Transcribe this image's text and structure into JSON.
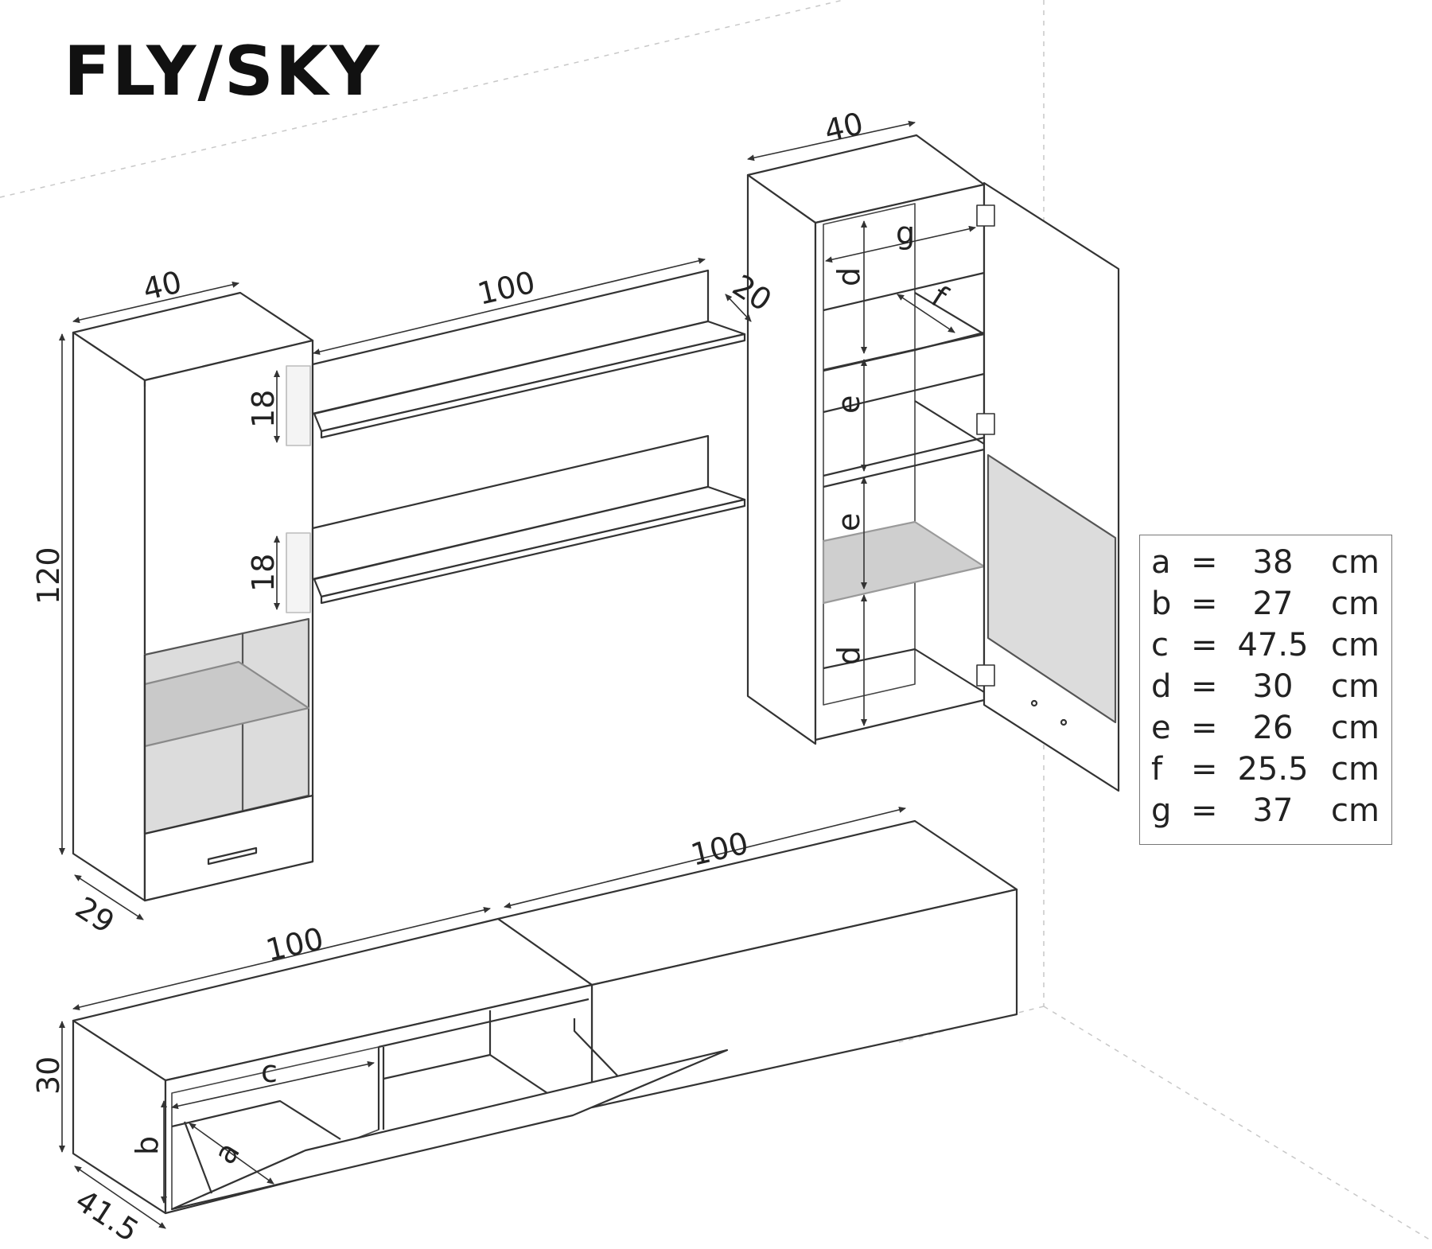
{
  "title": "FLY/SKY",
  "dimensions": {
    "tall_cabinet_width": "40",
    "tall_cabinet_height": "120",
    "tall_cabinet_depth": "29",
    "shelf_width": "100",
    "shelf_depth": "20",
    "shelf_gap_upper": "18",
    "shelf_gap_lower": "18",
    "wall_cabinet_width": "40",
    "base_left_width": "100",
    "base_right_width": "100",
    "base_height": "30",
    "base_depth": "41.5"
  },
  "inner_labels": {
    "a": "a",
    "b": "b",
    "c": "c",
    "d_top": "d",
    "d_bottom": "d",
    "e_top": "e",
    "e_bottom": "e",
    "f": "f",
    "g": "g"
  },
  "legend": {
    "rows": [
      {
        "key": "a",
        "eq": "=",
        "value": "38",
        "unit": "cm"
      },
      {
        "key": "b",
        "eq": "=",
        "value": "27",
        "unit": "cm"
      },
      {
        "key": "c",
        "eq": "=",
        "value": "47.5",
        "unit": "cm"
      },
      {
        "key": "d",
        "eq": "=",
        "value": "30",
        "unit": "cm"
      },
      {
        "key": "e",
        "eq": "=",
        "value": "26",
        "unit": "cm"
      },
      {
        "key": "f",
        "eq": "=",
        "value": "25.5",
        "unit": "cm"
      },
      {
        "key": "g",
        "eq": "=",
        "value": "37",
        "unit": "cm"
      }
    ]
  },
  "colors": {
    "line": "#333333",
    "glass": "#d8d8d8",
    "glass_edge": "#9a9a9a"
  }
}
